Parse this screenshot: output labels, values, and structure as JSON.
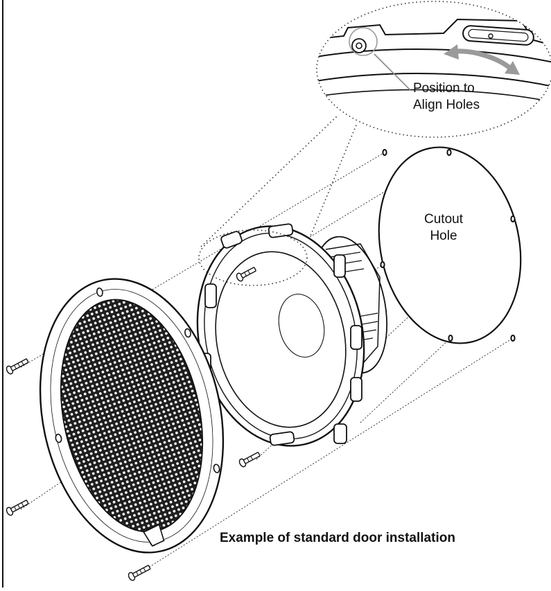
{
  "labels": {
    "align_line1": "Position to",
    "align_line2": "Align Holes",
    "cutout_line1": "Cutout",
    "cutout_line2": "Hole",
    "caption": "Example of standard door installation"
  },
  "colors": {
    "line": "#111111",
    "arrow": "#9a9a9a",
    "mesh": "#1e1e1e",
    "background": "#ffffff"
  }
}
